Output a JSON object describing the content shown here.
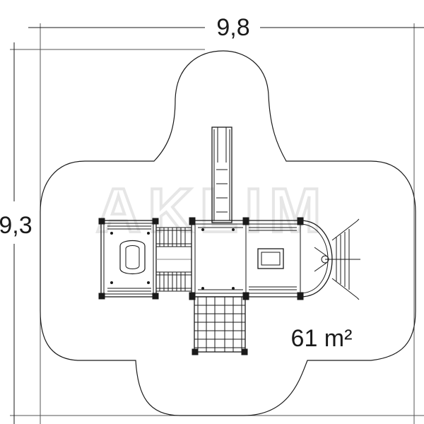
{
  "dimensions": {
    "width_label": "9,8",
    "height_label": "9,3"
  },
  "area_label": "61 m²",
  "watermark": "AKLIM",
  "colors": {
    "line": "#1a1a1a",
    "watermark": "#eeeeee",
    "background": "#ffffff"
  }
}
